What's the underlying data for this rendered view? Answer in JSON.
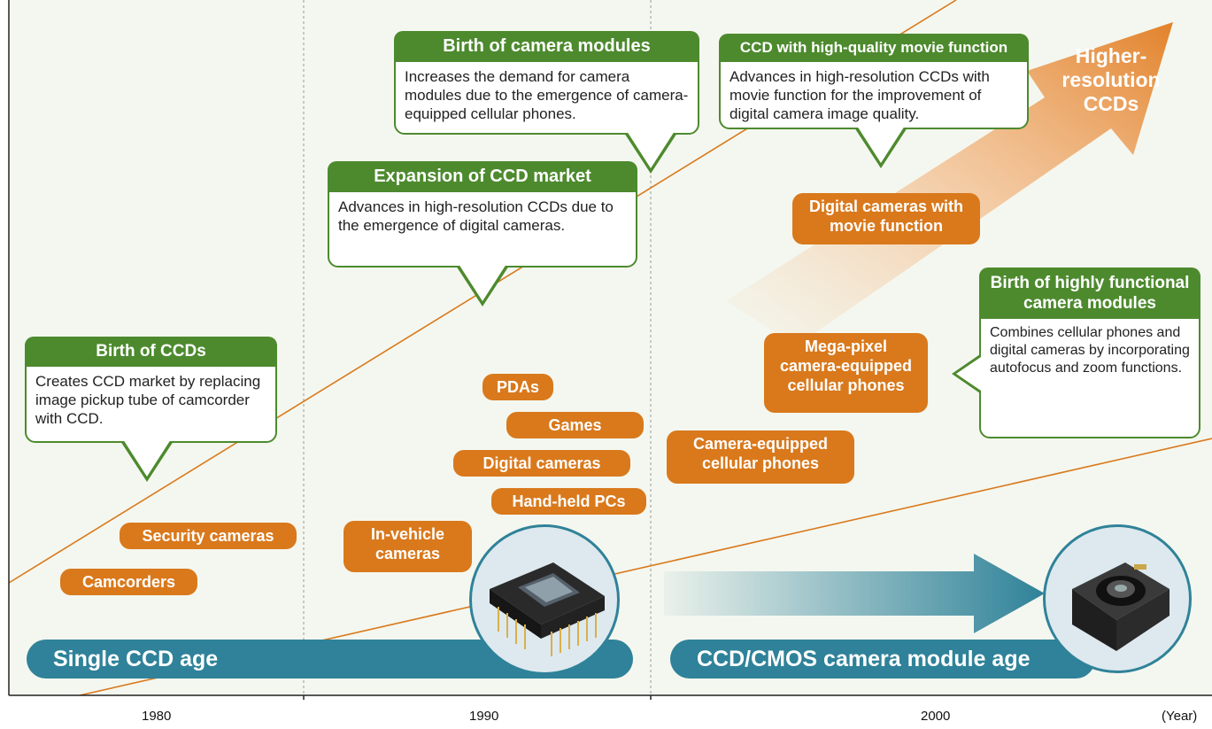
{
  "callouts": {
    "birth_ccds": {
      "title": "Birth of CCDs",
      "body": "Creates CCD market by replacing image pickup tube of camcorder with CCD."
    },
    "expansion": {
      "title": "Expansion of CCD market",
      "body": "Advances in high-resolution CCDs due to the emergence of digital cameras."
    },
    "camera_modules": {
      "title": "Birth of camera modules",
      "body": "Increases the demand for camera modules due to the emergence of camera-equipped cellular phones."
    },
    "movie_ccd": {
      "title": "CCD with high-quality movie function",
      "body": "Advances in high-resolution CCDs with movie function for the improvement of digital camera image quality."
    },
    "functional_modules": {
      "title": "Birth of highly functional camera modules",
      "body": "Combines cellular phones and digital cameras by incorporating autofocus and zoom functions."
    }
  },
  "applications": {
    "security_cameras": "Security cameras",
    "camcorders": "Camcorders",
    "in_vehicle": "In-vehicle cameras",
    "pdas": "PDAs",
    "games": "Games",
    "digital_cameras": "Digital cameras",
    "hand_held_pcs": "Hand-held PCs",
    "camera_phones": "Camera-equipped cellular phones",
    "mega_pixel_phones": "Mega-pixel camera-equipped cellular phones",
    "movie_cameras": "Digital cameras with movie function"
  },
  "higher_resolution": "Higher-resolution CCDs",
  "ages": {
    "single": "Single CCD age",
    "module": "CCD/CMOS camera module age"
  },
  "years": {
    "y1980": "1980",
    "y1990": "1990",
    "y2000": "2000",
    "unit": "(Year)"
  },
  "colors": {
    "green": "#4d8a2e",
    "orange": "#d9791c",
    "teal": "#2f8299"
  },
  "icons": {
    "ccd_chip": "ccd-sensor-chip-icon",
    "camera_module": "camera-module-icon"
  }
}
